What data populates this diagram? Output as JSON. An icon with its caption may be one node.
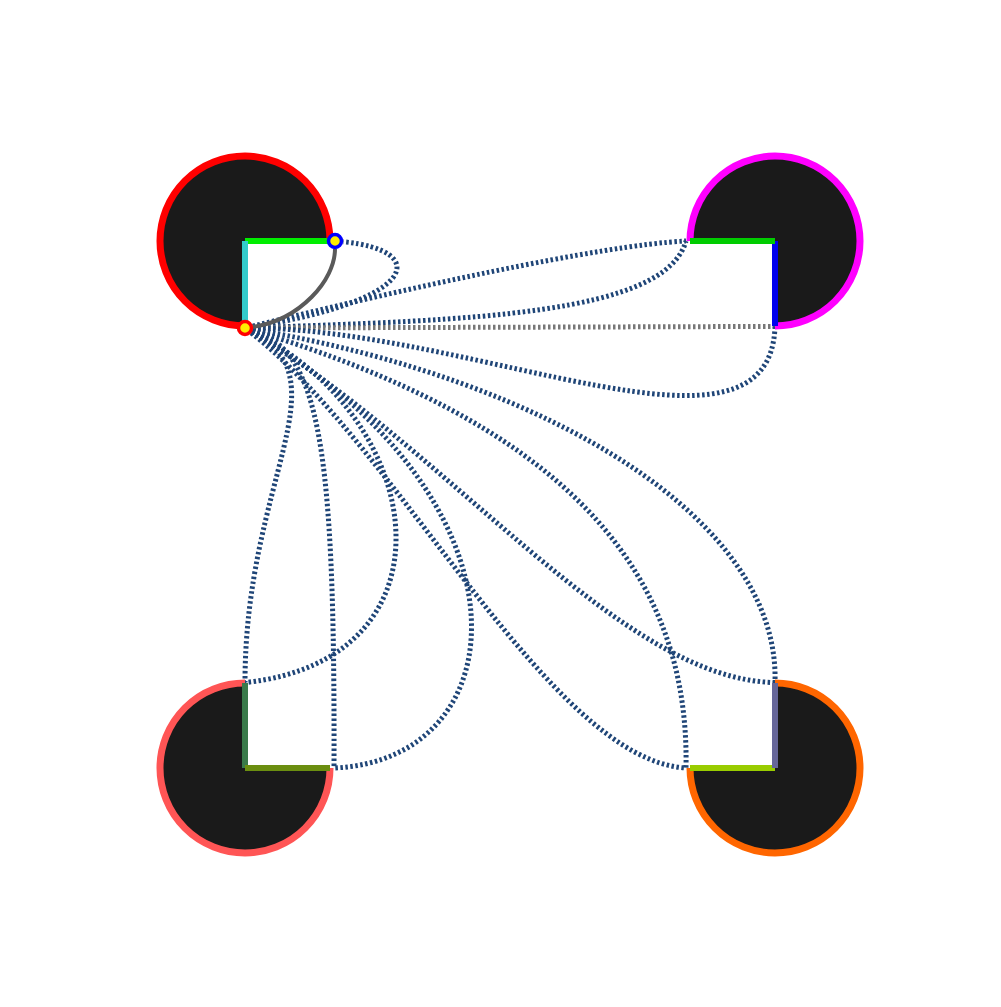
{
  "diagram": {
    "nodes": [
      {
        "text": [],
        "shape": "pie"
      },
      {
        "text": [],
        "shape": "pie"
      },
      {
        "text": [],
        "shape": "pie"
      },
      {
        "text": [],
        "shape": "pie"
      },
      {
        "text": [],
        "shape": "circle"
      },
      {
        "text": [],
        "shape": "circle"
      }
    ],
    "edges": [
      {
        "from": 4,
        "to": 5,
        "arrow": "none",
        "style": "dashed"
      },
      {
        "from": 4,
        "to": 1,
        "arrow": "none",
        "style": "dashed"
      },
      {
        "from": 4,
        "to": 1,
        "arrow": "none",
        "style": "dashed"
      },
      {
        "from": 4,
        "to": 1,
        "arrow": "none",
        "style": "dashed",
        "color": "#777777"
      },
      {
        "from": 4,
        "to": 1,
        "arrow": "none",
        "style": "dashed"
      },
      {
        "from": 4,
        "to": 2,
        "arrow": "none",
        "style": "dashed"
      },
      {
        "from": 4,
        "to": 2,
        "arrow": "none",
        "style": "dashed"
      },
      {
        "from": 4,
        "to": 2,
        "arrow": "none",
        "style": "dashed"
      },
      {
        "from": 4,
        "to": 2,
        "arrow": "none",
        "style": "dashed"
      },
      {
        "from": 4,
        "to": 3,
        "arrow": "none",
        "style": "dashed"
      },
      {
        "from": 4,
        "to": 3,
        "arrow": "none",
        "style": "dashed"
      },
      {
        "from": 4,
        "to": 3,
        "arrow": "none",
        "style": "dashed"
      },
      {
        "from": 4,
        "to": 3,
        "arrow": "none",
        "style": "dashed"
      },
      {
        "from": 4,
        "to": 5,
        "arrow": "none",
        "color": "#5a5a5a"
      }
    ]
  }
}
